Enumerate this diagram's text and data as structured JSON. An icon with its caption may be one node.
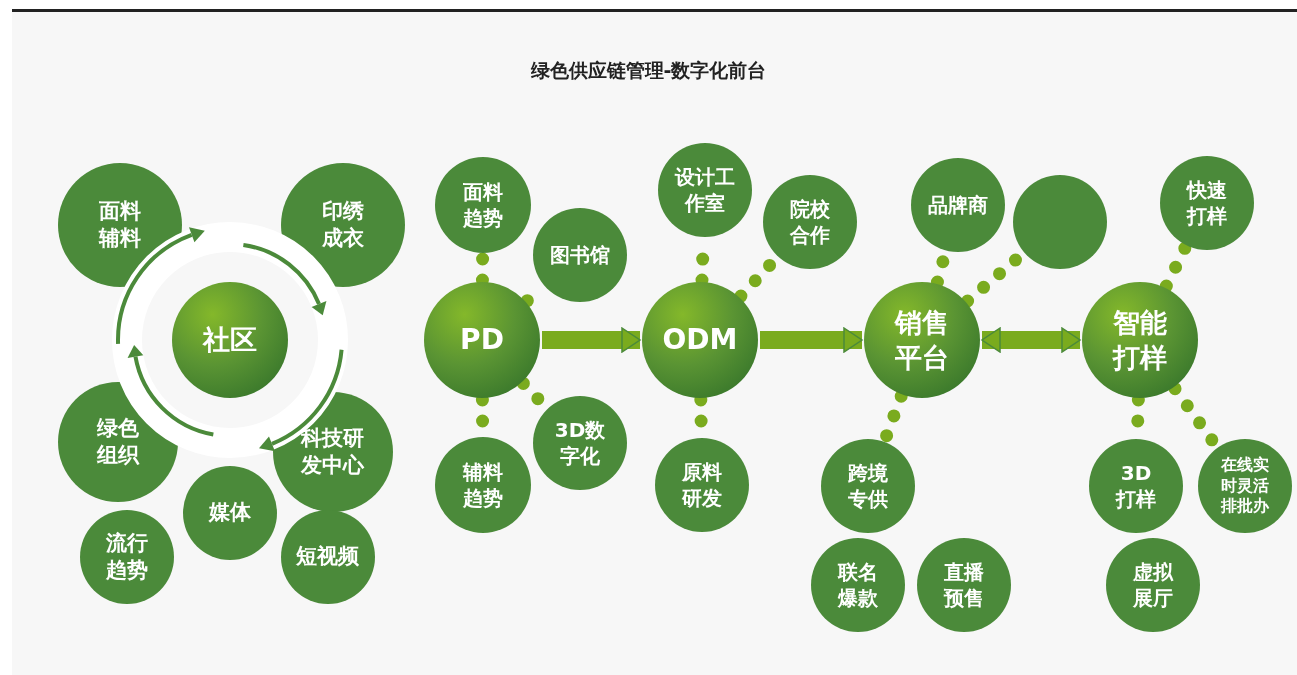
{
  "diagram": {
    "title": "绿色供应链管理-数字化前台",
    "nodes": [
      {
        "text": [
          "面料辅料"
        ]
      },
      {
        "text": [
          "印绣成衣"
        ]
      },
      {
        "text": [
          "社区"
        ]
      },
      {
        "text": [
          "绿色组织"
        ]
      },
      {
        "text": [
          "科技研发中心"
        ]
      },
      {
        "text": [
          "媒体"
        ]
      },
      {
        "text": [
          "流行趋势"
        ]
      },
      {
        "text": [
          "短视频"
        ]
      },
      {
        "text": [
          "PD"
        ]
      },
      {
        "text": [
          "面料趋势"
        ]
      },
      {
        "text": [
          "图书馆"
        ]
      },
      {
        "text": [
          "辅料趋势"
        ]
      },
      {
        "text": [
          "3D数字化"
        ]
      },
      {
        "text": [
          "ODM"
        ]
      },
      {
        "text": [
          "设计工作室"
        ]
      },
      {
        "text": [
          "院校合作"
        ]
      },
      {
        "text": [
          "原料研发"
        ]
      },
      {
        "text": [
          "销售平台"
        ]
      },
      {
        "text": [
          "品牌商"
        ]
      },
      {
        "text": [],
        "shape": "circle"
      },
      {
        "text": [
          "跨境专供"
        ]
      },
      {
        "text": [
          "联名爆款"
        ]
      },
      {
        "text": [
          "直播预售"
        ]
      },
      {
        "text": [
          "智能打样"
        ]
      },
      {
        "text": [
          "快速打样"
        ]
      },
      {
        "text": [
          "3D打样"
        ]
      },
      {
        "text": [
          "在线实时灵活排批办"
        ]
      },
      {
        "text": [
          "虚拟展厅"
        ]
      }
    ],
    "edges": [
      {
        "from": 8,
        "to": 13,
        "arrow": "to"
      },
      {
        "from": 13,
        "to": 17,
        "arrow": "to"
      },
      {
        "from": 17,
        "to": 23,
        "arrow": "both"
      },
      {
        "from": 8,
        "to": 9,
        "arrow": "none",
        "style": "dashed"
      },
      {
        "from": 8,
        "to": 10,
        "arrow": "none",
        "style": "dashed"
      },
      {
        "from": 8,
        "to": 11,
        "arrow": "none",
        "style": "dashed"
      },
      {
        "from": 8,
        "to": 12,
        "arrow": "none",
        "style": "dashed"
      },
      {
        "from": 13,
        "to": 14,
        "arrow": "none",
        "style": "dashed"
      },
      {
        "from": 13,
        "to": 15,
        "arrow": "none",
        "style": "dashed"
      },
      {
        "from": 13,
        "to": 16,
        "arrow": "none",
        "style": "dashed"
      },
      {
        "from": 17,
        "to": 18,
        "arrow": "none",
        "style": "dashed"
      },
      {
        "from": 17,
        "to": 19,
        "arrow": "none",
        "style": "dashed"
      },
      {
        "from": 17,
        "to": 20,
        "arrow": "none",
        "style": "dashed"
      },
      {
        "from": 23,
        "to": 24,
        "arrow": "none",
        "style": "dashed"
      },
      {
        "from": 23,
        "to": 25,
        "arrow": "none",
        "style": "dashed"
      },
      {
        "from": 23,
        "to": 26,
        "arrow": "none",
        "style": "dashed"
      }
    ]
  }
}
